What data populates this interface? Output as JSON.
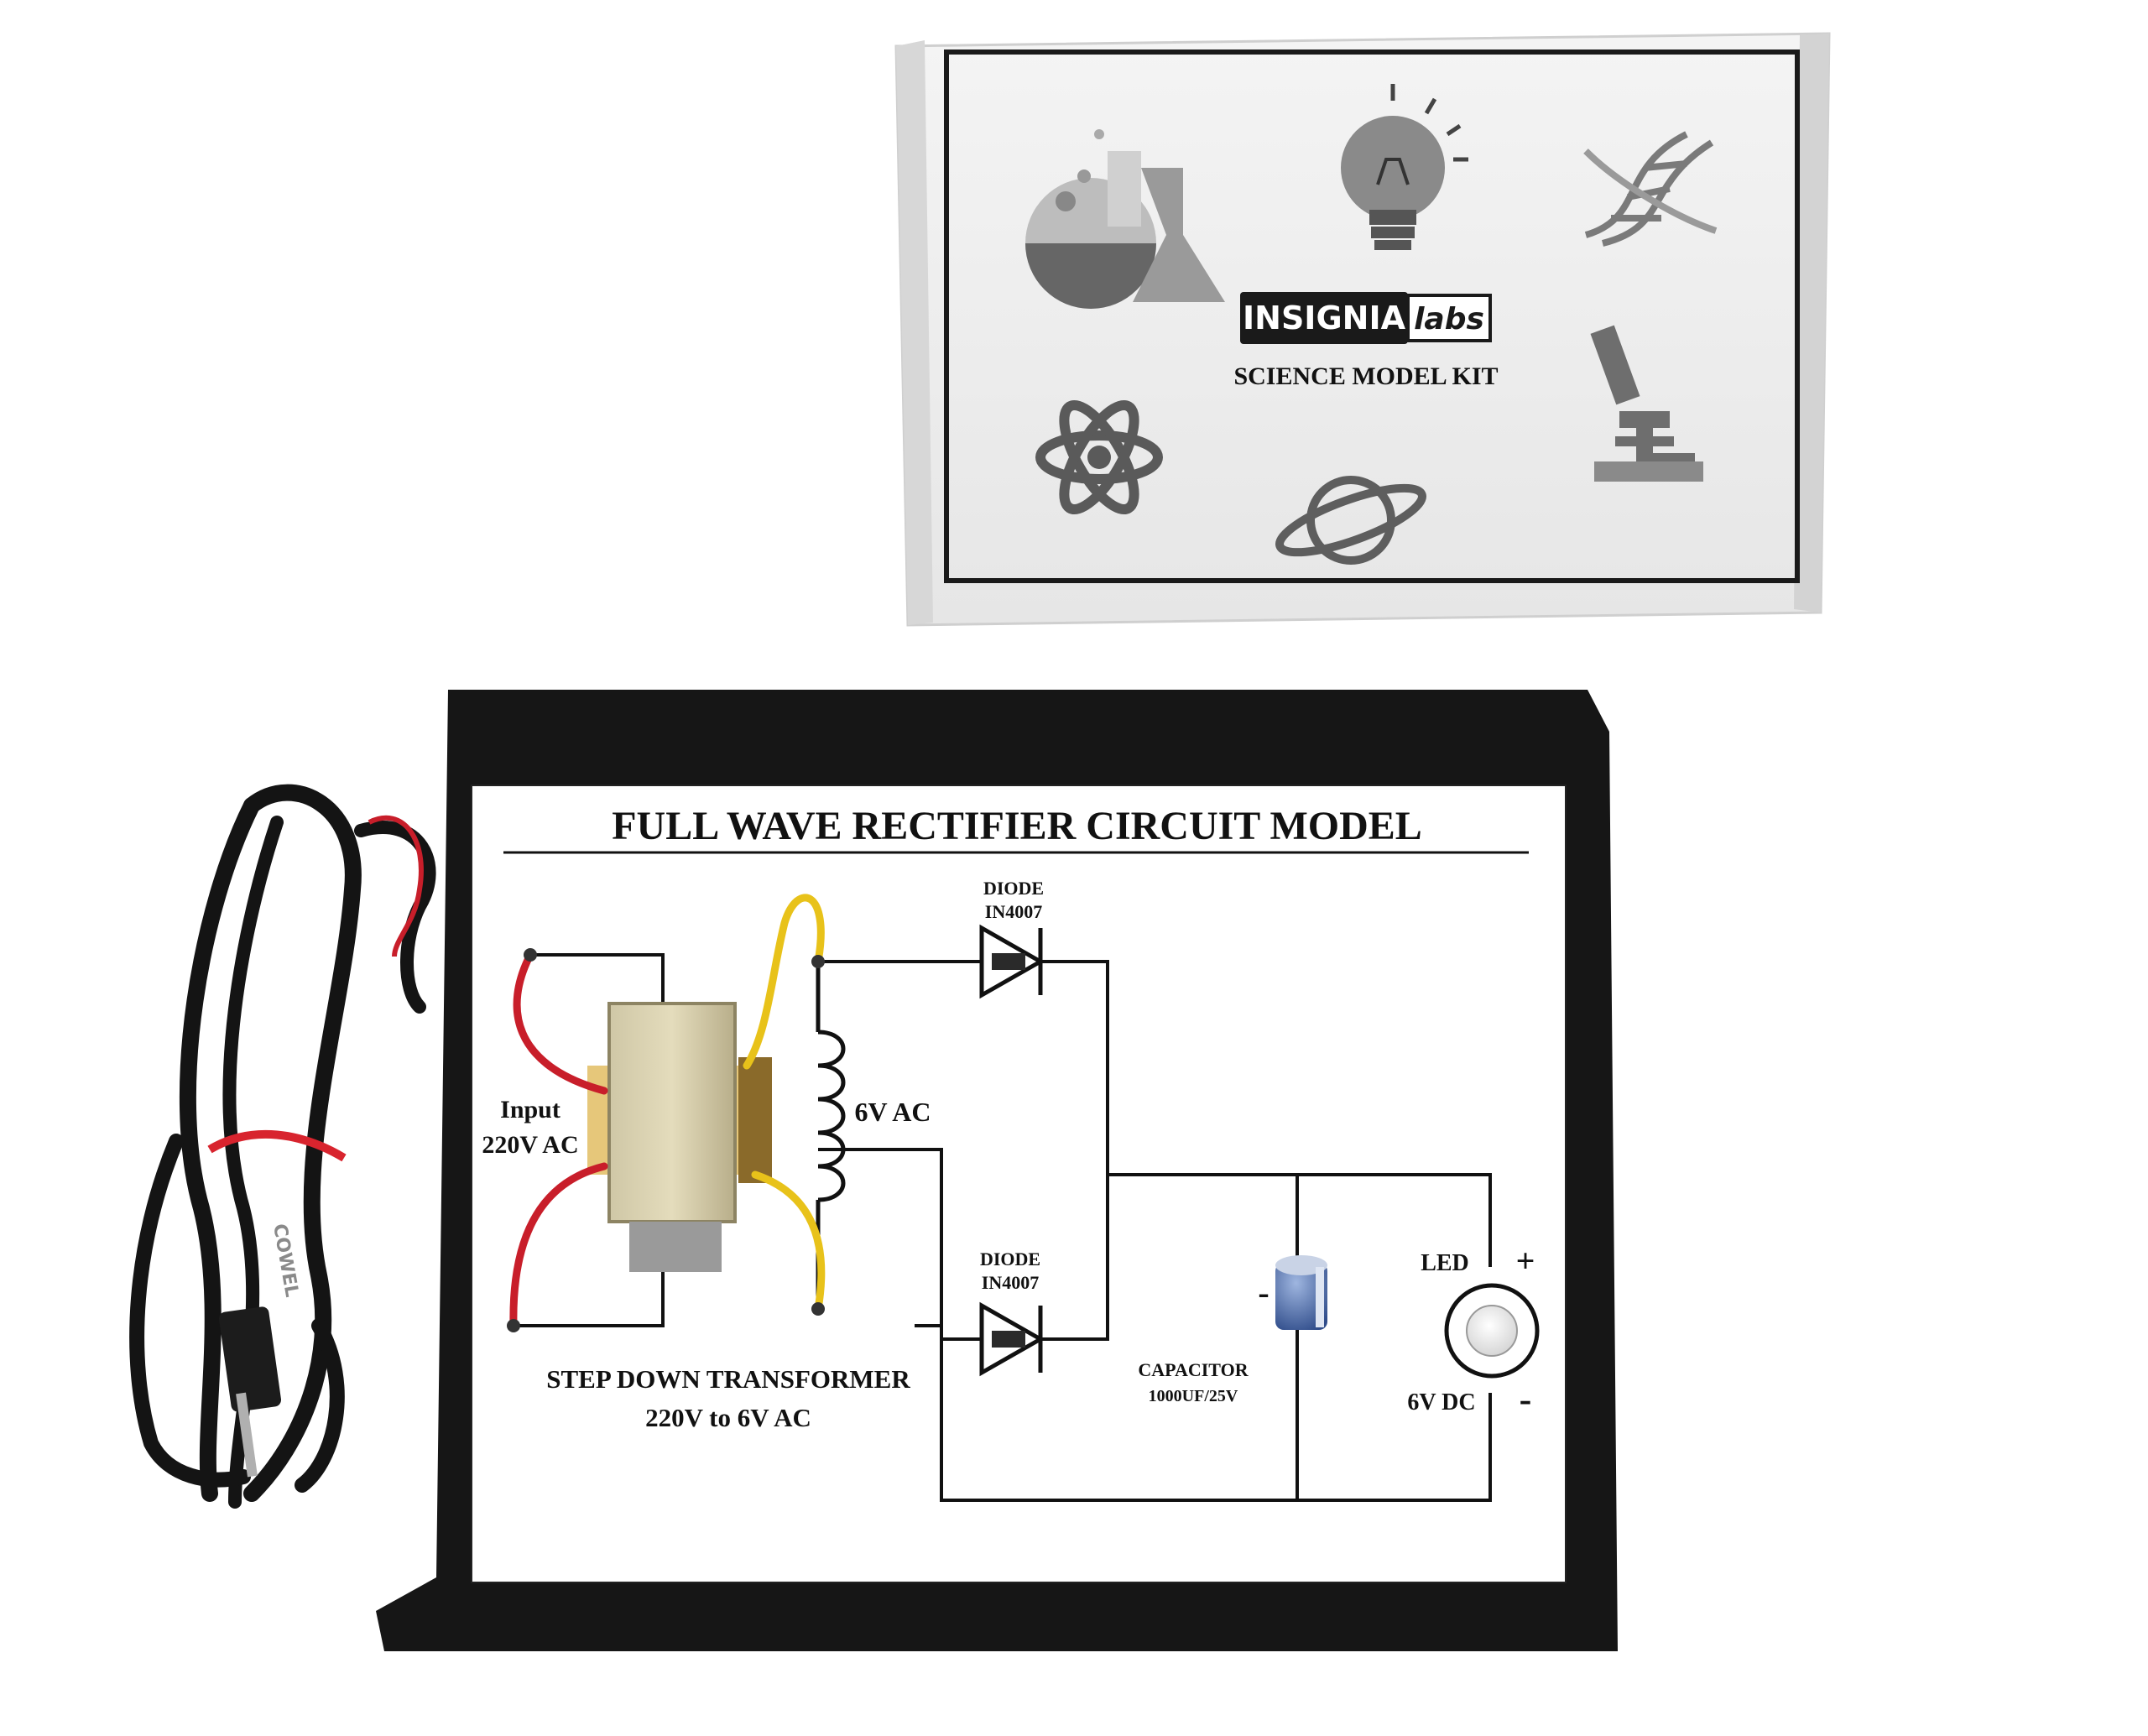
{
  "box": {
    "brand_main": "INSIGNIA",
    "brand_sub": "labs",
    "subtitle": "SCIENCE MODEL KIT",
    "icons": [
      "flask-icon",
      "bulb-icon",
      "dna-icon",
      "atom-icon",
      "microscope-icon",
      "planet-icon"
    ]
  },
  "board": {
    "title": "FULL WAVE RECTIFIER CIRCUIT MODEL",
    "input_line1": "Input",
    "input_line2": "220V AC",
    "secondary_label": "6V AC",
    "transformer_line1": "STEP DOWN TRANSFORMER",
    "transformer_line2": "220V to 6V AC",
    "diode_top_line1": "DIODE",
    "diode_top_line2": "IN4007",
    "diode_bottom_line1": "DIODE",
    "diode_bottom_line2": "IN4007",
    "capacitor_line1": "CAPACITOR",
    "capacitor_line2": "1000UF/25V",
    "led_label": "LED",
    "output_label": "6V DC",
    "plus_sign": "+",
    "minus_sign": "-",
    "cap_minus": "-"
  },
  "cable": {
    "print": "COWEL"
  },
  "colors": {
    "board_black": "#161616",
    "sheet_white": "#ffffff",
    "wire_red": "#c81e2a",
    "wire_yellow": "#e8c21a",
    "box_frame": "#1a1a1a",
    "capacitor_blue": "#4a6aa8"
  }
}
